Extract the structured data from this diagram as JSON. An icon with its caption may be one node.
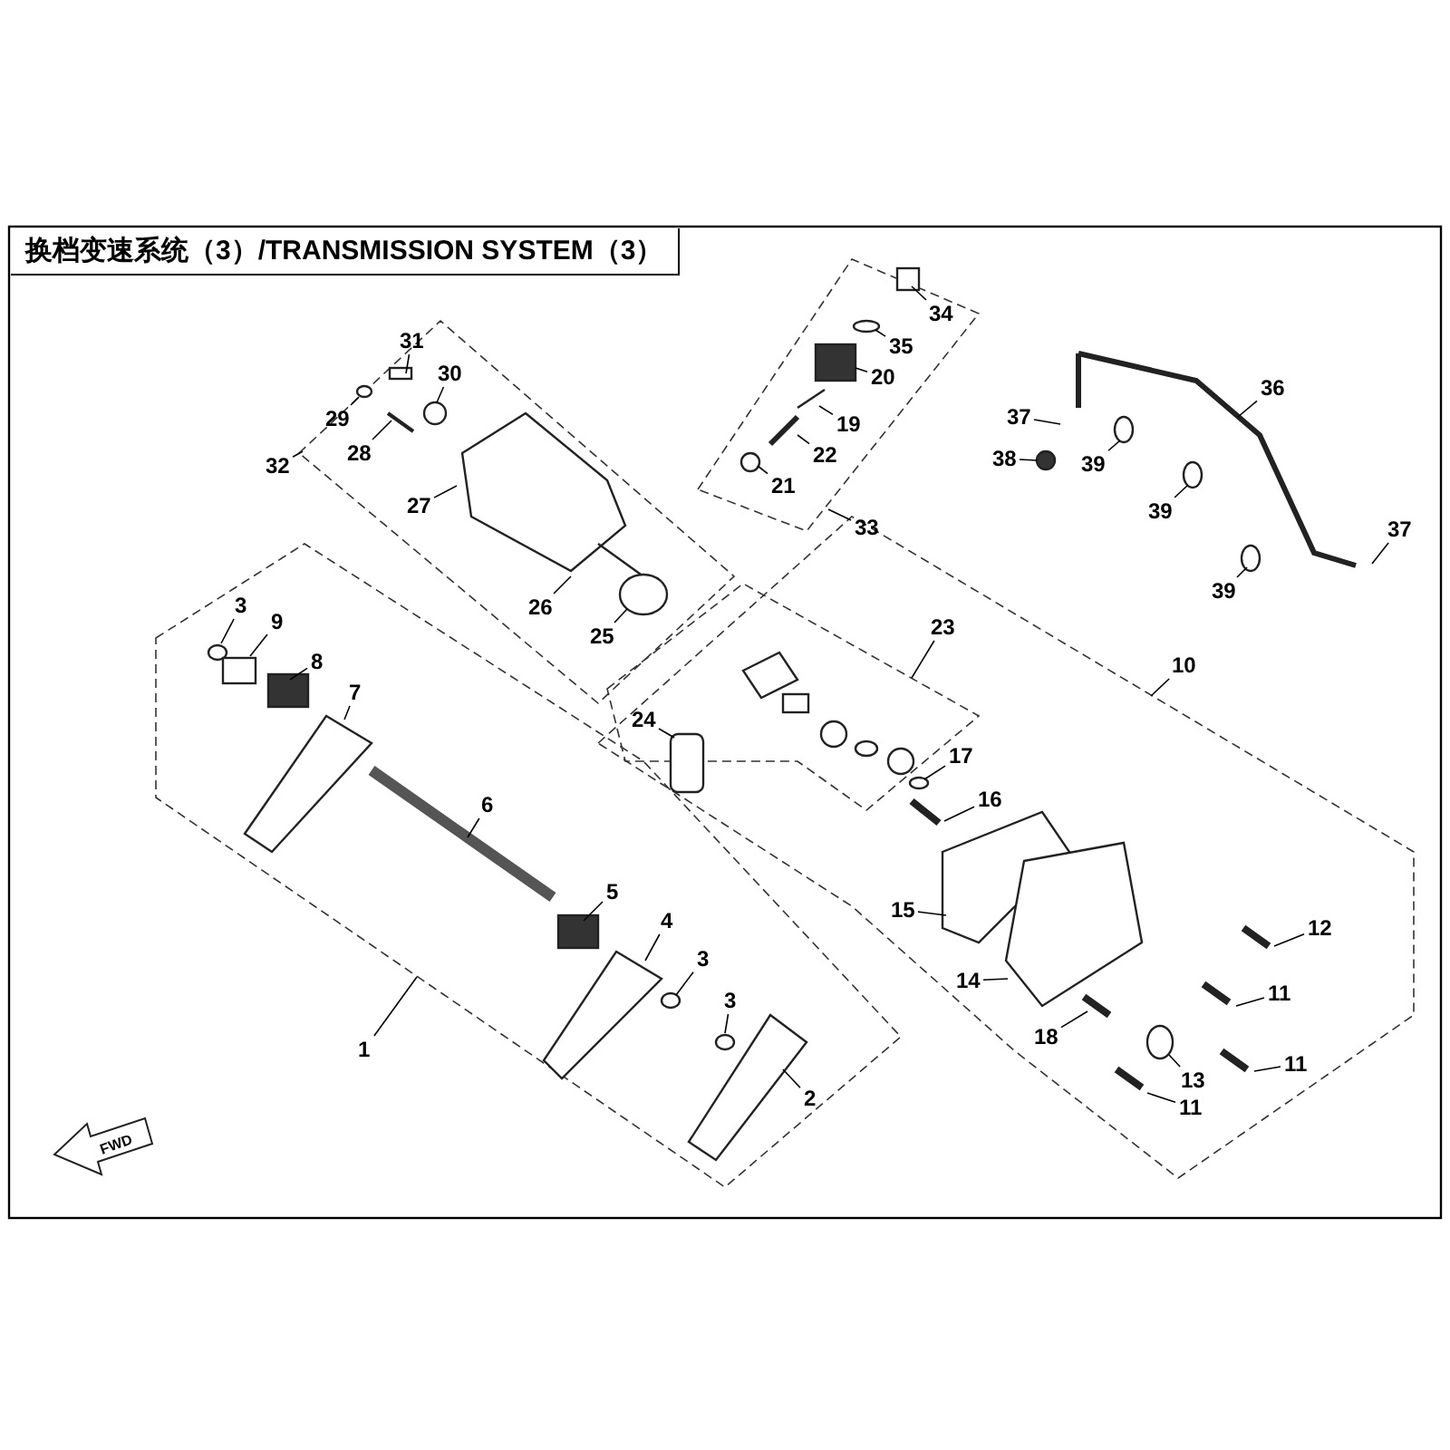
{
  "diagram": {
    "title": "换档变速系统（3）/TRANSMISSION SYSTEM（3）",
    "nodes": [
      {
        "text": [
          "31"
        ]
      },
      {
        "text": [
          "30"
        ]
      },
      {
        "text": [
          "29"
        ]
      },
      {
        "text": [
          "28"
        ]
      },
      {
        "text": [
          "32"
        ]
      },
      {
        "text": [
          "27"
        ]
      },
      {
        "text": [
          "26"
        ]
      },
      {
        "text": [
          "25"
        ]
      },
      {
        "text": [
          "34"
        ]
      },
      {
        "text": [
          "35"
        ]
      },
      {
        "text": [
          "20"
        ]
      },
      {
        "text": [
          "19"
        ]
      },
      {
        "text": [
          "22"
        ]
      },
      {
        "text": [
          "21"
        ]
      },
      {
        "text": [
          "33"
        ]
      },
      {
        "text": [
          "36"
        ]
      },
      {
        "text": [
          "37"
        ]
      },
      {
        "text": [
          "38"
        ]
      },
      {
        "text": [
          "39"
        ]
      },
      {
        "text": [
          "39"
        ]
      },
      {
        "text": [
          "39"
        ]
      },
      {
        "text": [
          "37"
        ]
      },
      {
        "text": [
          "3"
        ]
      },
      {
        "text": [
          "9"
        ]
      },
      {
        "text": [
          "8"
        ]
      },
      {
        "text": [
          "7"
        ]
      },
      {
        "text": [
          "6"
        ]
      },
      {
        "text": [
          "5"
        ]
      },
      {
        "text": [
          "4"
        ]
      },
      {
        "text": [
          "3"
        ]
      },
      {
        "text": [
          "3"
        ]
      },
      {
        "text": [
          "2"
        ]
      },
      {
        "text": [
          "1"
        ]
      },
      {
        "text": [
          "23"
        ]
      },
      {
        "text": [
          "10"
        ]
      },
      {
        "text": [
          "24"
        ]
      },
      {
        "text": [
          "17"
        ]
      },
      {
        "text": [
          "16"
        ]
      },
      {
        "text": [
          "15"
        ]
      },
      {
        "text": [
          "14"
        ]
      },
      {
        "text": [
          "18"
        ]
      },
      {
        "text": [
          "12"
        ]
      },
      {
        "text": [
          "11"
        ]
      },
      {
        "text": [
          "11"
        ]
      },
      {
        "text": [
          "13"
        ]
      },
      {
        "text": [
          "11"
        ]
      }
    ],
    "edges": [
      {
        "from": 0,
        "to": null,
        "arrow": "none"
      },
      {
        "from": 1,
        "to": null,
        "arrow": "none"
      },
      {
        "from": 2,
        "to": null,
        "arrow": "none"
      },
      {
        "from": 3,
        "to": null,
        "arrow": "none"
      },
      {
        "from": 4,
        "to": null,
        "arrow": "none"
      },
      {
        "from": 5,
        "to": null,
        "arrow": "none"
      },
      {
        "from": 6,
        "to": null,
        "arrow": "none"
      },
      {
        "from": 7,
        "to": null,
        "arrow": "none"
      },
      {
        "from": 8,
        "to": null,
        "arrow": "none"
      },
      {
        "from": 9,
        "to": null,
        "arrow": "none"
      },
      {
        "from": 10,
        "to": null,
        "arrow": "none"
      },
      {
        "from": 11,
        "to": null,
        "arrow": "none"
      },
      {
        "from": 12,
        "to": null,
        "arrow": "none"
      },
      {
        "from": 13,
        "to": null,
        "arrow": "none"
      },
      {
        "from": 14,
        "to": null,
        "arrow": "none"
      },
      {
        "from": 15,
        "to": null,
        "arrow": "none"
      },
      {
        "from": 16,
        "to": null,
        "arrow": "none"
      },
      {
        "from": 17,
        "to": null,
        "arrow": "none"
      },
      {
        "from": 18,
        "to": null,
        "arrow": "none"
      },
      {
        "from": 19,
        "to": null,
        "arrow": "none"
      },
      {
        "from": 20,
        "to": null,
        "arrow": "none"
      },
      {
        "from": 21,
        "to": null,
        "arrow": "none"
      },
      {
        "from": 22,
        "to": null,
        "arrow": "none"
      },
      {
        "from": 23,
        "to": null,
        "arrow": "none"
      },
      {
        "from": 24,
        "to": null,
        "arrow": "none"
      },
      {
        "from": 25,
        "to": null,
        "arrow": "none"
      },
      {
        "from": 26,
        "to": null,
        "arrow": "none"
      },
      {
        "from": 27,
        "to": null,
        "arrow": "none"
      },
      {
        "from": 28,
        "to": null,
        "arrow": "none"
      },
      {
        "from": 29,
        "to": null,
        "arrow": "none"
      },
      {
        "from": 30,
        "to": null,
        "arrow": "none"
      },
      {
        "from": 31,
        "to": null,
        "arrow": "none"
      },
      {
        "from": 32,
        "to": null,
        "arrow": "none"
      },
      {
        "from": 33,
        "to": null,
        "arrow": "none"
      },
      {
        "from": 34,
        "to": null,
        "arrow": "none"
      },
      {
        "from": 35,
        "to": null,
        "arrow": "none"
      },
      {
        "from": 36,
        "to": null,
        "arrow": "none"
      },
      {
        "from": 37,
        "to": null,
        "arrow": "none"
      },
      {
        "from": 38,
        "to": null,
        "arrow": "none"
      },
      {
        "from": 39,
        "to": null,
        "arrow": "none"
      },
      {
        "from": 40,
        "to": null,
        "arrow": "none"
      },
      {
        "from": 41,
        "to": null,
        "arrow": "none"
      },
      {
        "from": 42,
        "to": null,
        "arrow": "none"
      },
      {
        "from": 43,
        "to": null,
        "arrow": "none"
      },
      {
        "from": 44,
        "to": null,
        "arrow": "none"
      },
      {
        "from": 45,
        "to": null,
        "arrow": "none"
      }
    ],
    "labels": [
      "FWD"
    ]
  }
}
